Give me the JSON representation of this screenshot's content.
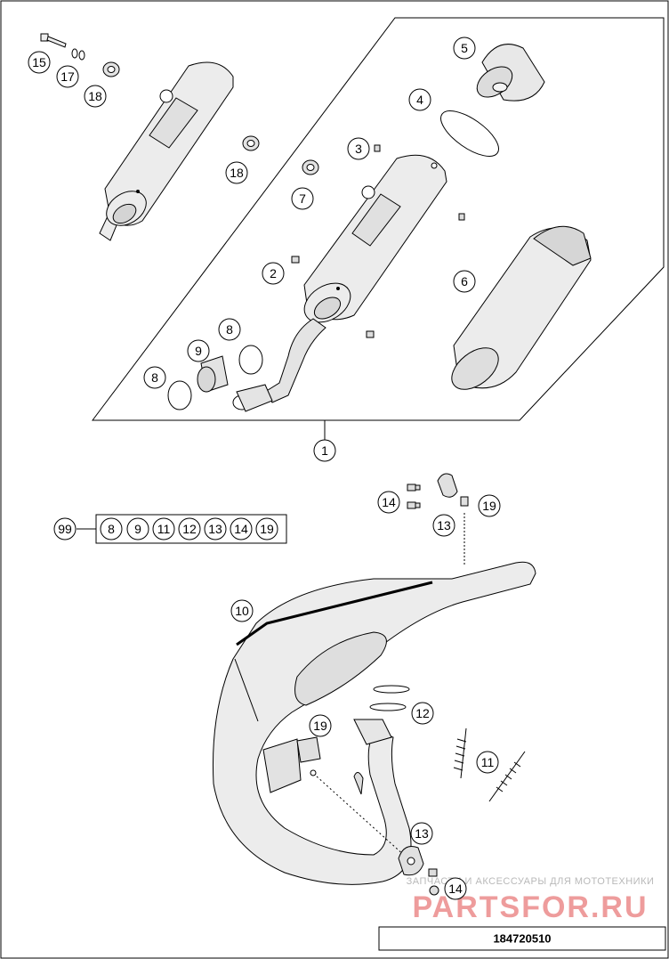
{
  "drawing_number": "184720510",
  "callouts": {
    "c15": "15",
    "c17": "17",
    "c18a": "18",
    "c18b": "18",
    "c5": "5",
    "c4": "4",
    "c3": "3",
    "c7": "7",
    "c2": "2",
    "c6": "6",
    "c8a": "8",
    "c8b": "8",
    "c9": "9",
    "c1": "1",
    "c14a": "14",
    "c13a": "13",
    "c19a": "19",
    "c10": "10",
    "c12": "12",
    "c11": "11",
    "c19b": "19",
    "c13b": "13",
    "c14b": "14"
  },
  "kit": {
    "label": "99",
    "items": [
      "8",
      "9",
      "11",
      "12",
      "13",
      "14",
      "19"
    ]
  },
  "watermark": {
    "line1": "ЗАПЧАСТИ И АКСЕССУАРЫ ДЛЯ МОТОТЕХНИКИ",
    "line2": "PARTSFOR.RU"
  },
  "colors": {
    "line": "#000000",
    "part_fill": "#e9e9e9",
    "watermark_red": "#e04a4a",
    "watermark_grey": "#b9b9b9"
  }
}
